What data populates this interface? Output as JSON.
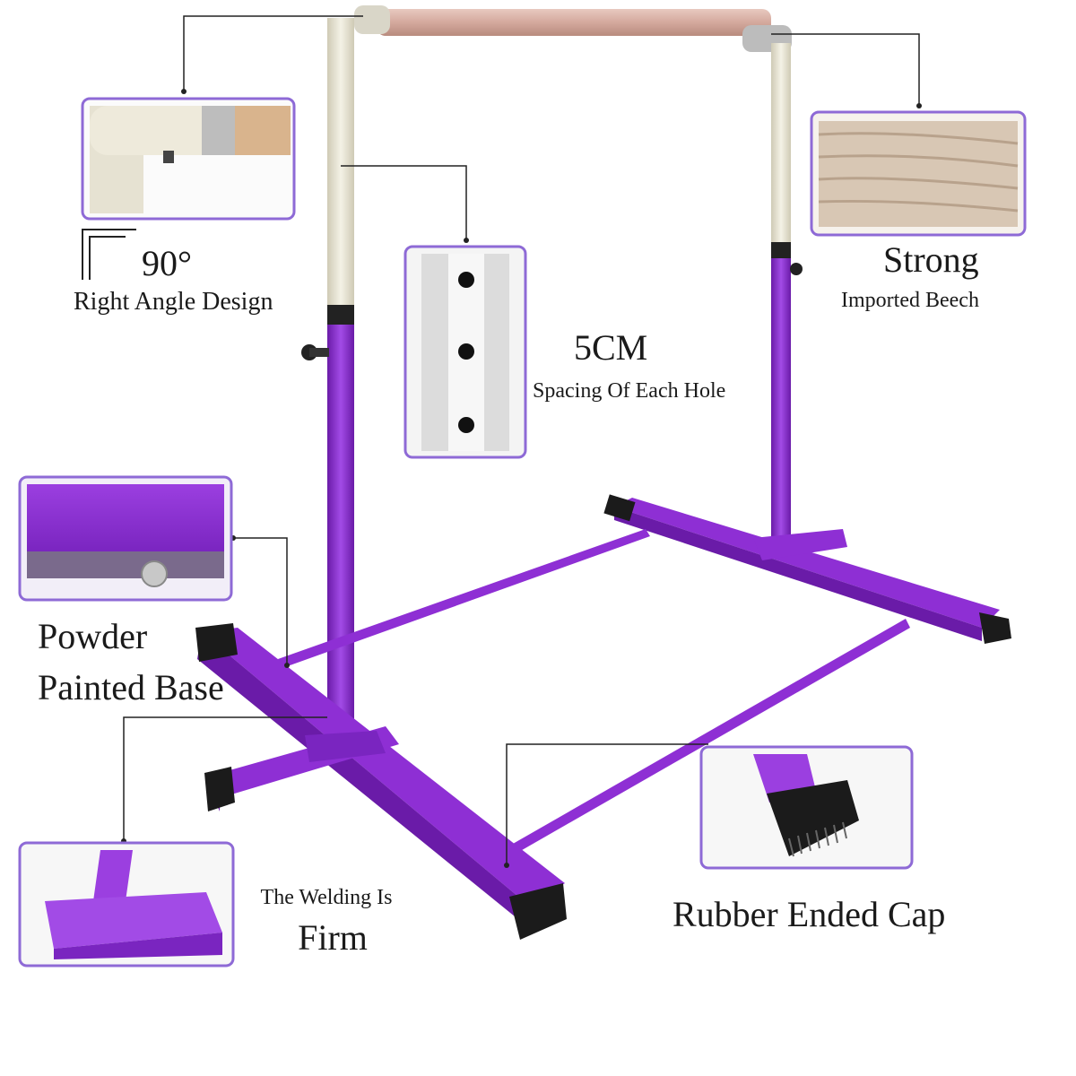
{
  "features": {
    "right_angle": {
      "title": "90°",
      "subtitle": "Right Angle Design"
    },
    "hole_spacing": {
      "title": "5CM",
      "subtitle": "Spacing Of Each Hole"
    },
    "beech": {
      "title": "Strong",
      "subtitle": "Imported Beech"
    },
    "base": {
      "line1": "Powder",
      "line2": "Painted Base"
    },
    "welding": {
      "line1": "The Welding Is",
      "line2": "Firm"
    },
    "cap": {
      "title": "Rubber Ended Cap"
    }
  },
  "colors": {
    "frame_purple": "#8e2fd4",
    "frame_purple_dark": "#6a1ba8",
    "upright_cream": "#e9e6d6",
    "beech_wood": "#d9b3a8",
    "inset_border": "#8e6ad6",
    "rubber_cap": "#1b1b1b"
  }
}
